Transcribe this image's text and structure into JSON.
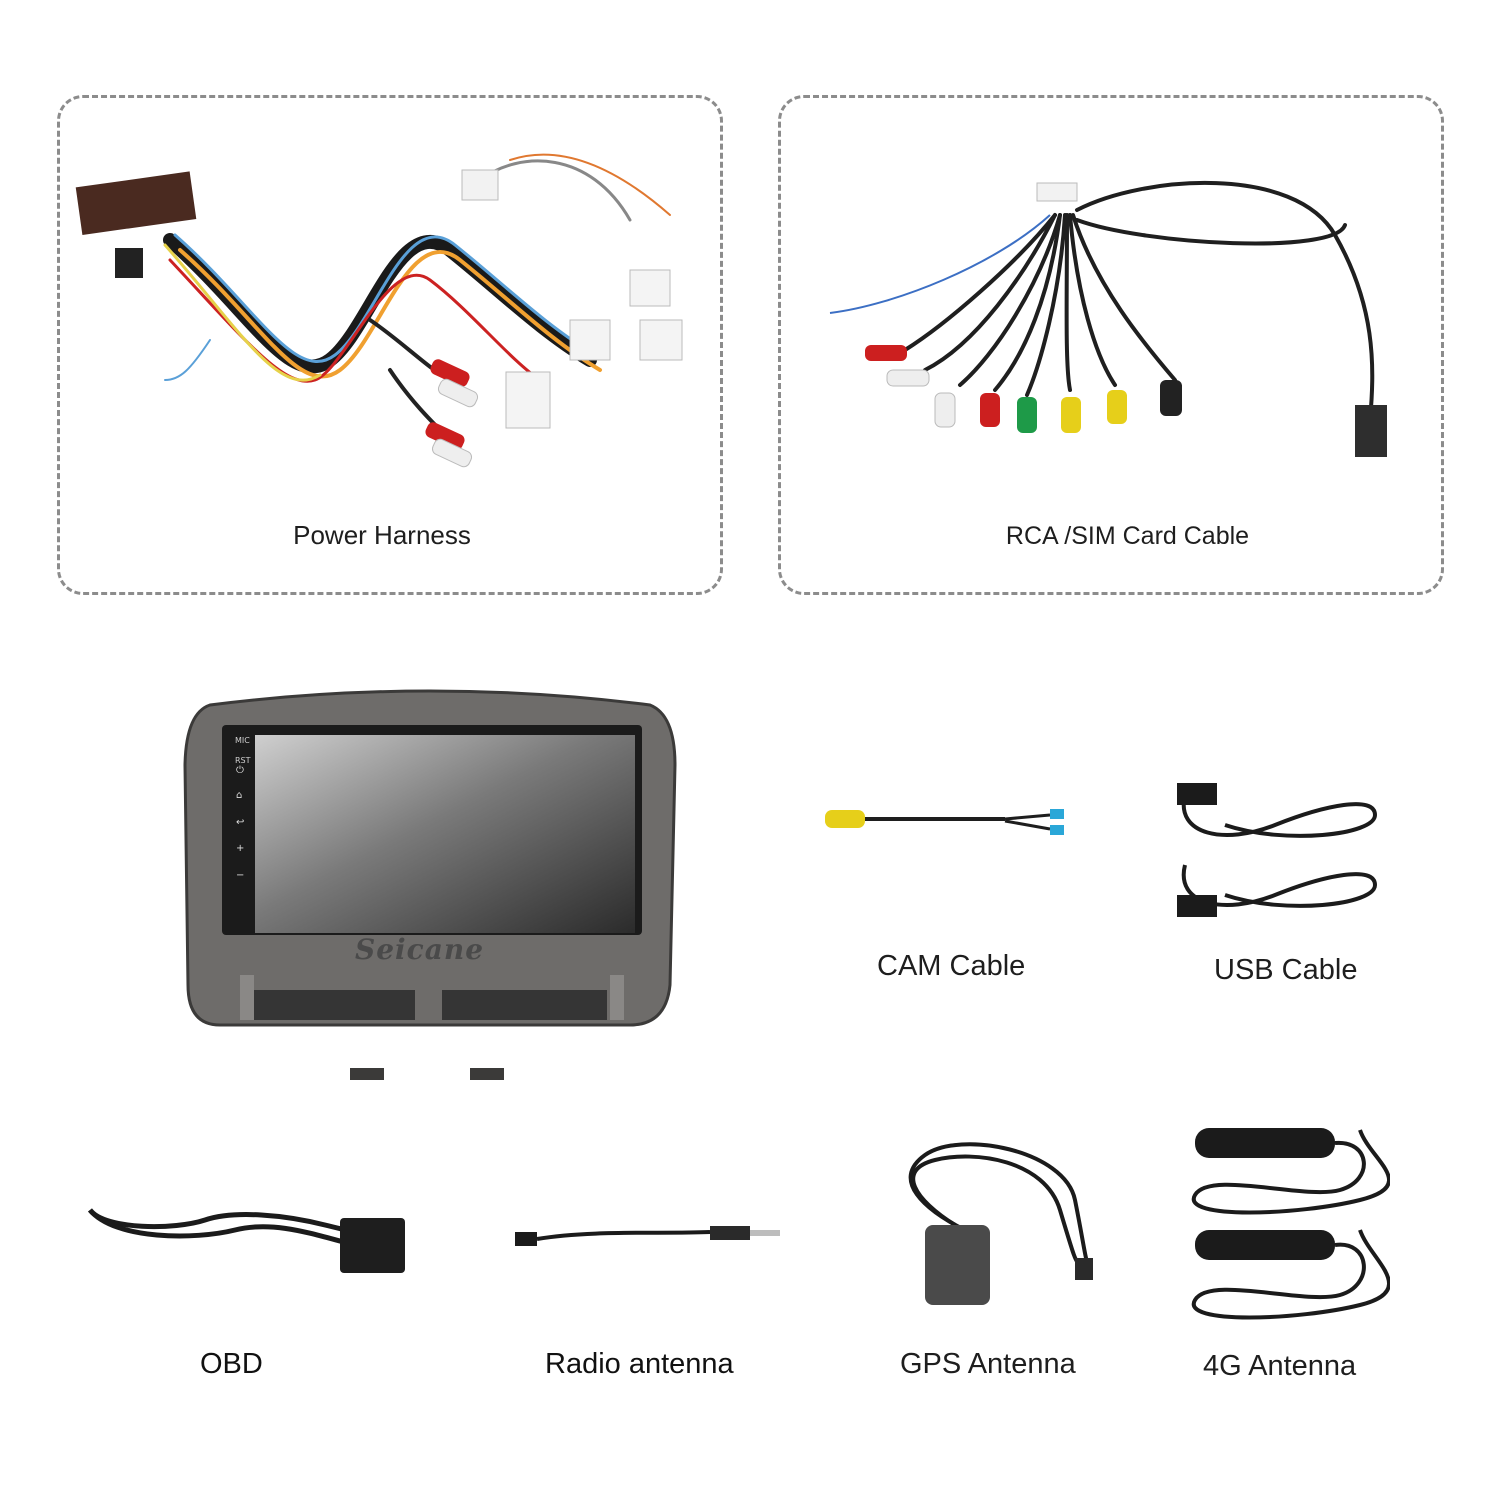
{
  "items": {
    "power_harness": "Power Harness",
    "rca_sim_cable": "RCA /SIM Card Cable",
    "cam_cable": "CAM Cable",
    "usb_cable": "USB Cable",
    "obd": "OBD",
    "radio_antenna": "Radio antenna",
    "gps_antenna": "GPS Antenna",
    "antenna_4g": "4G Antenna"
  },
  "unit": {
    "brand": "Seicane"
  },
  "colors": {
    "panel_border": "#8c8c8c",
    "text": "#1e1e1e",
    "bezel": "#6e6c6a",
    "screen": "#3a3a3a"
  }
}
